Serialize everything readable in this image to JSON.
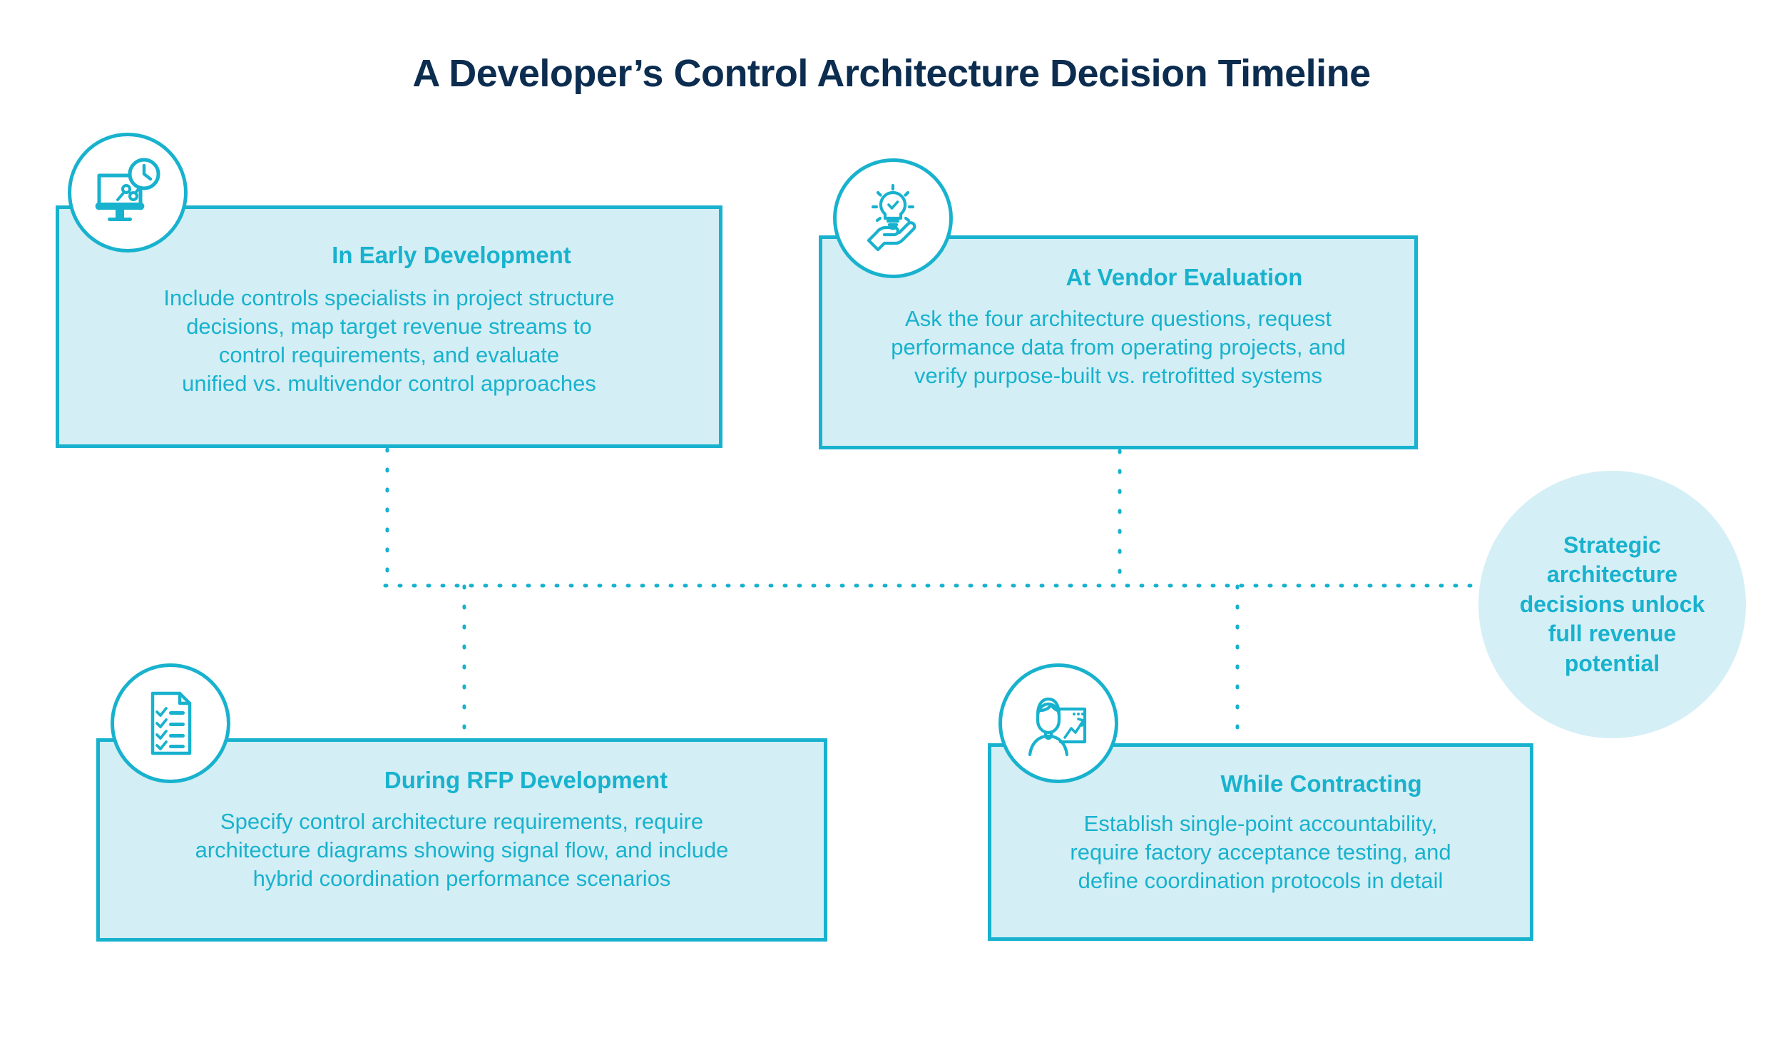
{
  "page": {
    "title": "A Developer’s Control Architecture Decision Timeline",
    "background_color": "#ffffff",
    "title_color": "#0c2d50",
    "accent_color": "#18b2ce",
    "card_fill_color": "#d3eef4",
    "summary_fill_color": "#d5eff6"
  },
  "cards": [
    {
      "id": "early-development",
      "icon": "monitor-chart-clock-icon",
      "title": "In Early Development",
      "body_lines": [
        "Include controls specialists in project structure",
        "decisions, map target revenue streams to",
        "control requirements, and evaluate",
        "unified vs. multivendor control approaches"
      ]
    },
    {
      "id": "vendor-evaluation",
      "icon": "hand-lightbulb-check-icon",
      "title": "At Vendor Evaluation",
      "body_lines": [
        "Ask the four architecture questions, request",
        "performance data from operating projects, and",
        "verify purpose-built vs. retrofitted systems"
      ]
    },
    {
      "id": "rfp-development",
      "icon": "checklist-document-icon",
      "title": "During RFP Development",
      "body_lines": [
        "Specify control architecture requirements, require",
        "architecture diagrams showing signal flow, and include",
        "hybrid coordination performance scenarios"
      ]
    },
    {
      "id": "contracting",
      "icon": "person-presentation-chart-icon",
      "title": "While Contracting",
      "body_lines": [
        "Establish single-point accountability,",
        "require factory acceptance testing, and",
        "define coordination protocols in detail"
      ]
    }
  ],
  "summary": {
    "lines": [
      "Strategic",
      "architecture",
      "decisions unlock",
      "full revenue",
      "potential"
    ]
  }
}
